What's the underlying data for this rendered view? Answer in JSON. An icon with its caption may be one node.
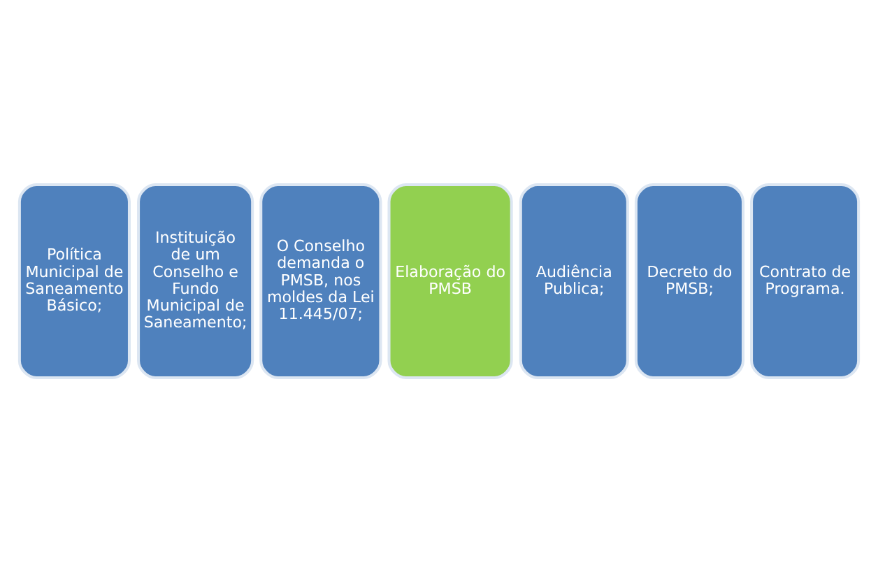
{
  "diagram": {
    "nodes": [
      {
        "text": [
          "Política Municipal de Saneamento Básico;"
        ]
      },
      {
        "text": [
          "Instituição de um Conselho e Fundo Municipal de Saneamento;"
        ]
      },
      {
        "text": [
          "O Conselho demanda o PMSB, nos moldes da Lei 11.445/07;"
        ]
      },
      {
        "text": [
          "Elaboração do PMSB"
        ]
      },
      {
        "text": [
          "Audiência Publica;"
        ]
      },
      {
        "text": [
          "Decreto do PMSB;"
        ]
      },
      {
        "text": [
          "Contrato de Programa."
        ]
      }
    ]
  }
}
